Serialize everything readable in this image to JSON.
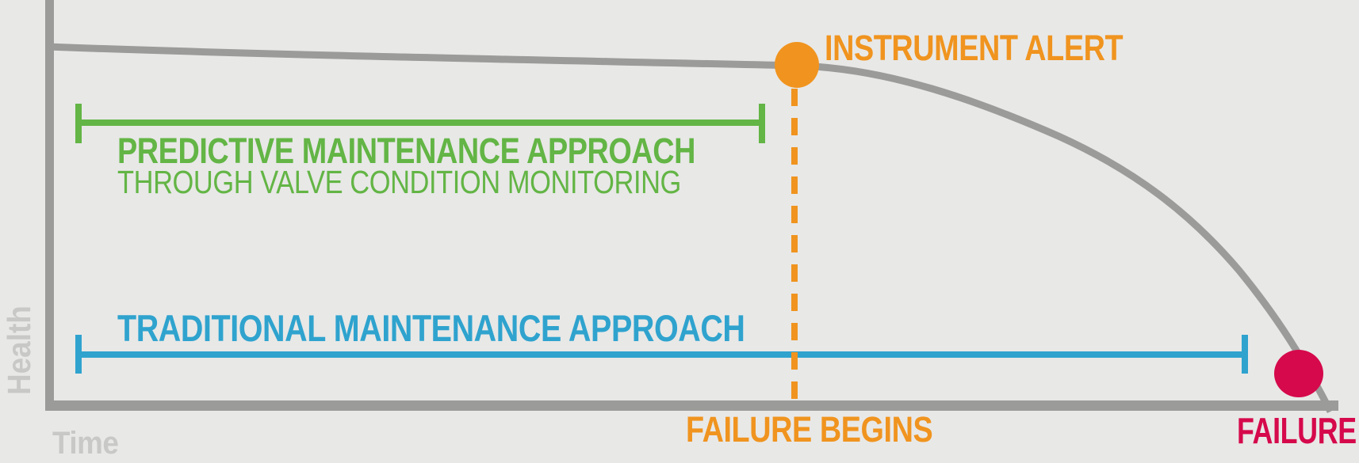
{
  "axes": {
    "y_label": "Health",
    "x_label": "Time"
  },
  "labels": {
    "instrument_alert": "INSTRUMENT ALERT",
    "failure_begins": "FAILURE BEGINS",
    "failure": "FAILURE",
    "predictive_line1": "PREDICTIVE MAINTENANCE APPROACH",
    "predictive_line2": "THROUGH VALVE CONDITION MONITORING",
    "traditional": "TRADITIONAL MAINTENANCE APPROACH"
  },
  "colors": {
    "background": "#e8e8e7",
    "curve_gray": "#9b9b9a",
    "axis_label_gray": "#c8c8c7",
    "orange": "#f0941f",
    "green": "#63b545",
    "blue": "#2fa3ce",
    "red": "#d5094b"
  },
  "chart_data": {
    "type": "line",
    "title": "",
    "xlabel": "Time",
    "ylabel": "Health",
    "x_range": [
      0,
      1
    ],
    "y_range": [
      0,
      1
    ],
    "grid": false,
    "legend": false,
    "series": [
      {
        "name": "asset-health-curve",
        "color": "#9b9b9a",
        "points": [
          [
            0.0,
            0.9
          ],
          [
            0.15,
            0.88
          ],
          [
            0.3,
            0.87
          ],
          [
            0.45,
            0.86
          ],
          [
            0.58,
            0.85
          ],
          [
            0.66,
            0.83
          ],
          [
            0.71,
            0.78
          ],
          [
            0.78,
            0.68
          ],
          [
            0.85,
            0.55
          ],
          [
            0.9,
            0.42
          ],
          [
            0.94,
            0.28
          ],
          [
            0.965,
            0.1
          ],
          [
            0.99,
            0.0
          ]
        ]
      }
    ],
    "markers": [
      {
        "label": "INSTRUMENT ALERT",
        "x": 0.58,
        "y": 0.85,
        "color": "#f0941f",
        "note": "dashed drop line to x-axis labeled FAILURE BEGINS"
      },
      {
        "label": "FAILURE",
        "x": 0.965,
        "y": 0.1,
        "color": "#d5094b"
      }
    ],
    "spans": [
      {
        "label": "PREDICTIVE MAINTENANCE APPROACH / THROUGH VALVE CONDITION MONITORING",
        "x_start": 0.024,
        "x_end": 0.555,
        "color": "#63b545"
      },
      {
        "label": "TRADITIONAL MAINTENANCE APPROACH",
        "x_start": 0.024,
        "x_end": 0.928,
        "color": "#2fa3ce"
      }
    ]
  }
}
